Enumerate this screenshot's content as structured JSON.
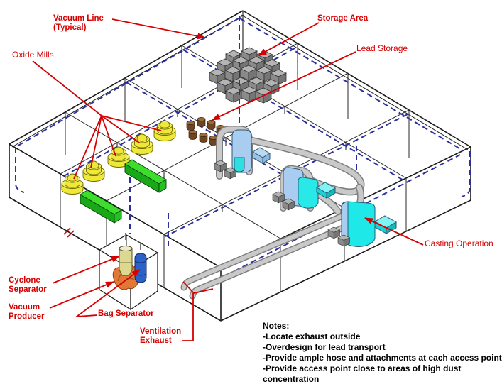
{
  "labels": {
    "vacuum_line_1": "Vacuum Line",
    "vacuum_line_2": "(Typical)",
    "oxide_mills": "Oxide Mills",
    "storage_area": "Storage Area",
    "lead_storage": "Lead Storage",
    "cyclone_1": "Cyclone",
    "cyclone_2": "Separator",
    "vacuum_producer_1": "Vacuum",
    "vacuum_producer_2": "Producer",
    "bag_separator": "Bag Separator",
    "ventilation_1": "Ventilation",
    "ventilation_2": "Exhaust",
    "casting_operation": "Casting Operation"
  },
  "notes": {
    "title": "Notes:",
    "items": [
      "-Locate exhaust outside",
      "-Overdesign for lead transport",
      "-Provide ample hose and attachments at each access point",
      "-Provide access point close to areas of high dust concentration"
    ]
  },
  "colors": {
    "label_red": "#d60000",
    "vacuum_line_navy": "#2b2f9e",
    "outline_black": "#1b1b1b",
    "oxide_mill_yellow": "#f0e838",
    "conveyor_green": "#2ecb21",
    "casting_cyan": "#29e8e8",
    "machine_pale_blue": "#a8cdf0",
    "pipe_gray": "#c9c9c9",
    "storage_box_gray": "#9a9a9a",
    "barrel_brown": "#6e4522",
    "cyclone_khaki": "#ddd890",
    "bag_separator_blue": "#2a62c8",
    "vacuum_producer_orange": "#e07838"
  }
}
